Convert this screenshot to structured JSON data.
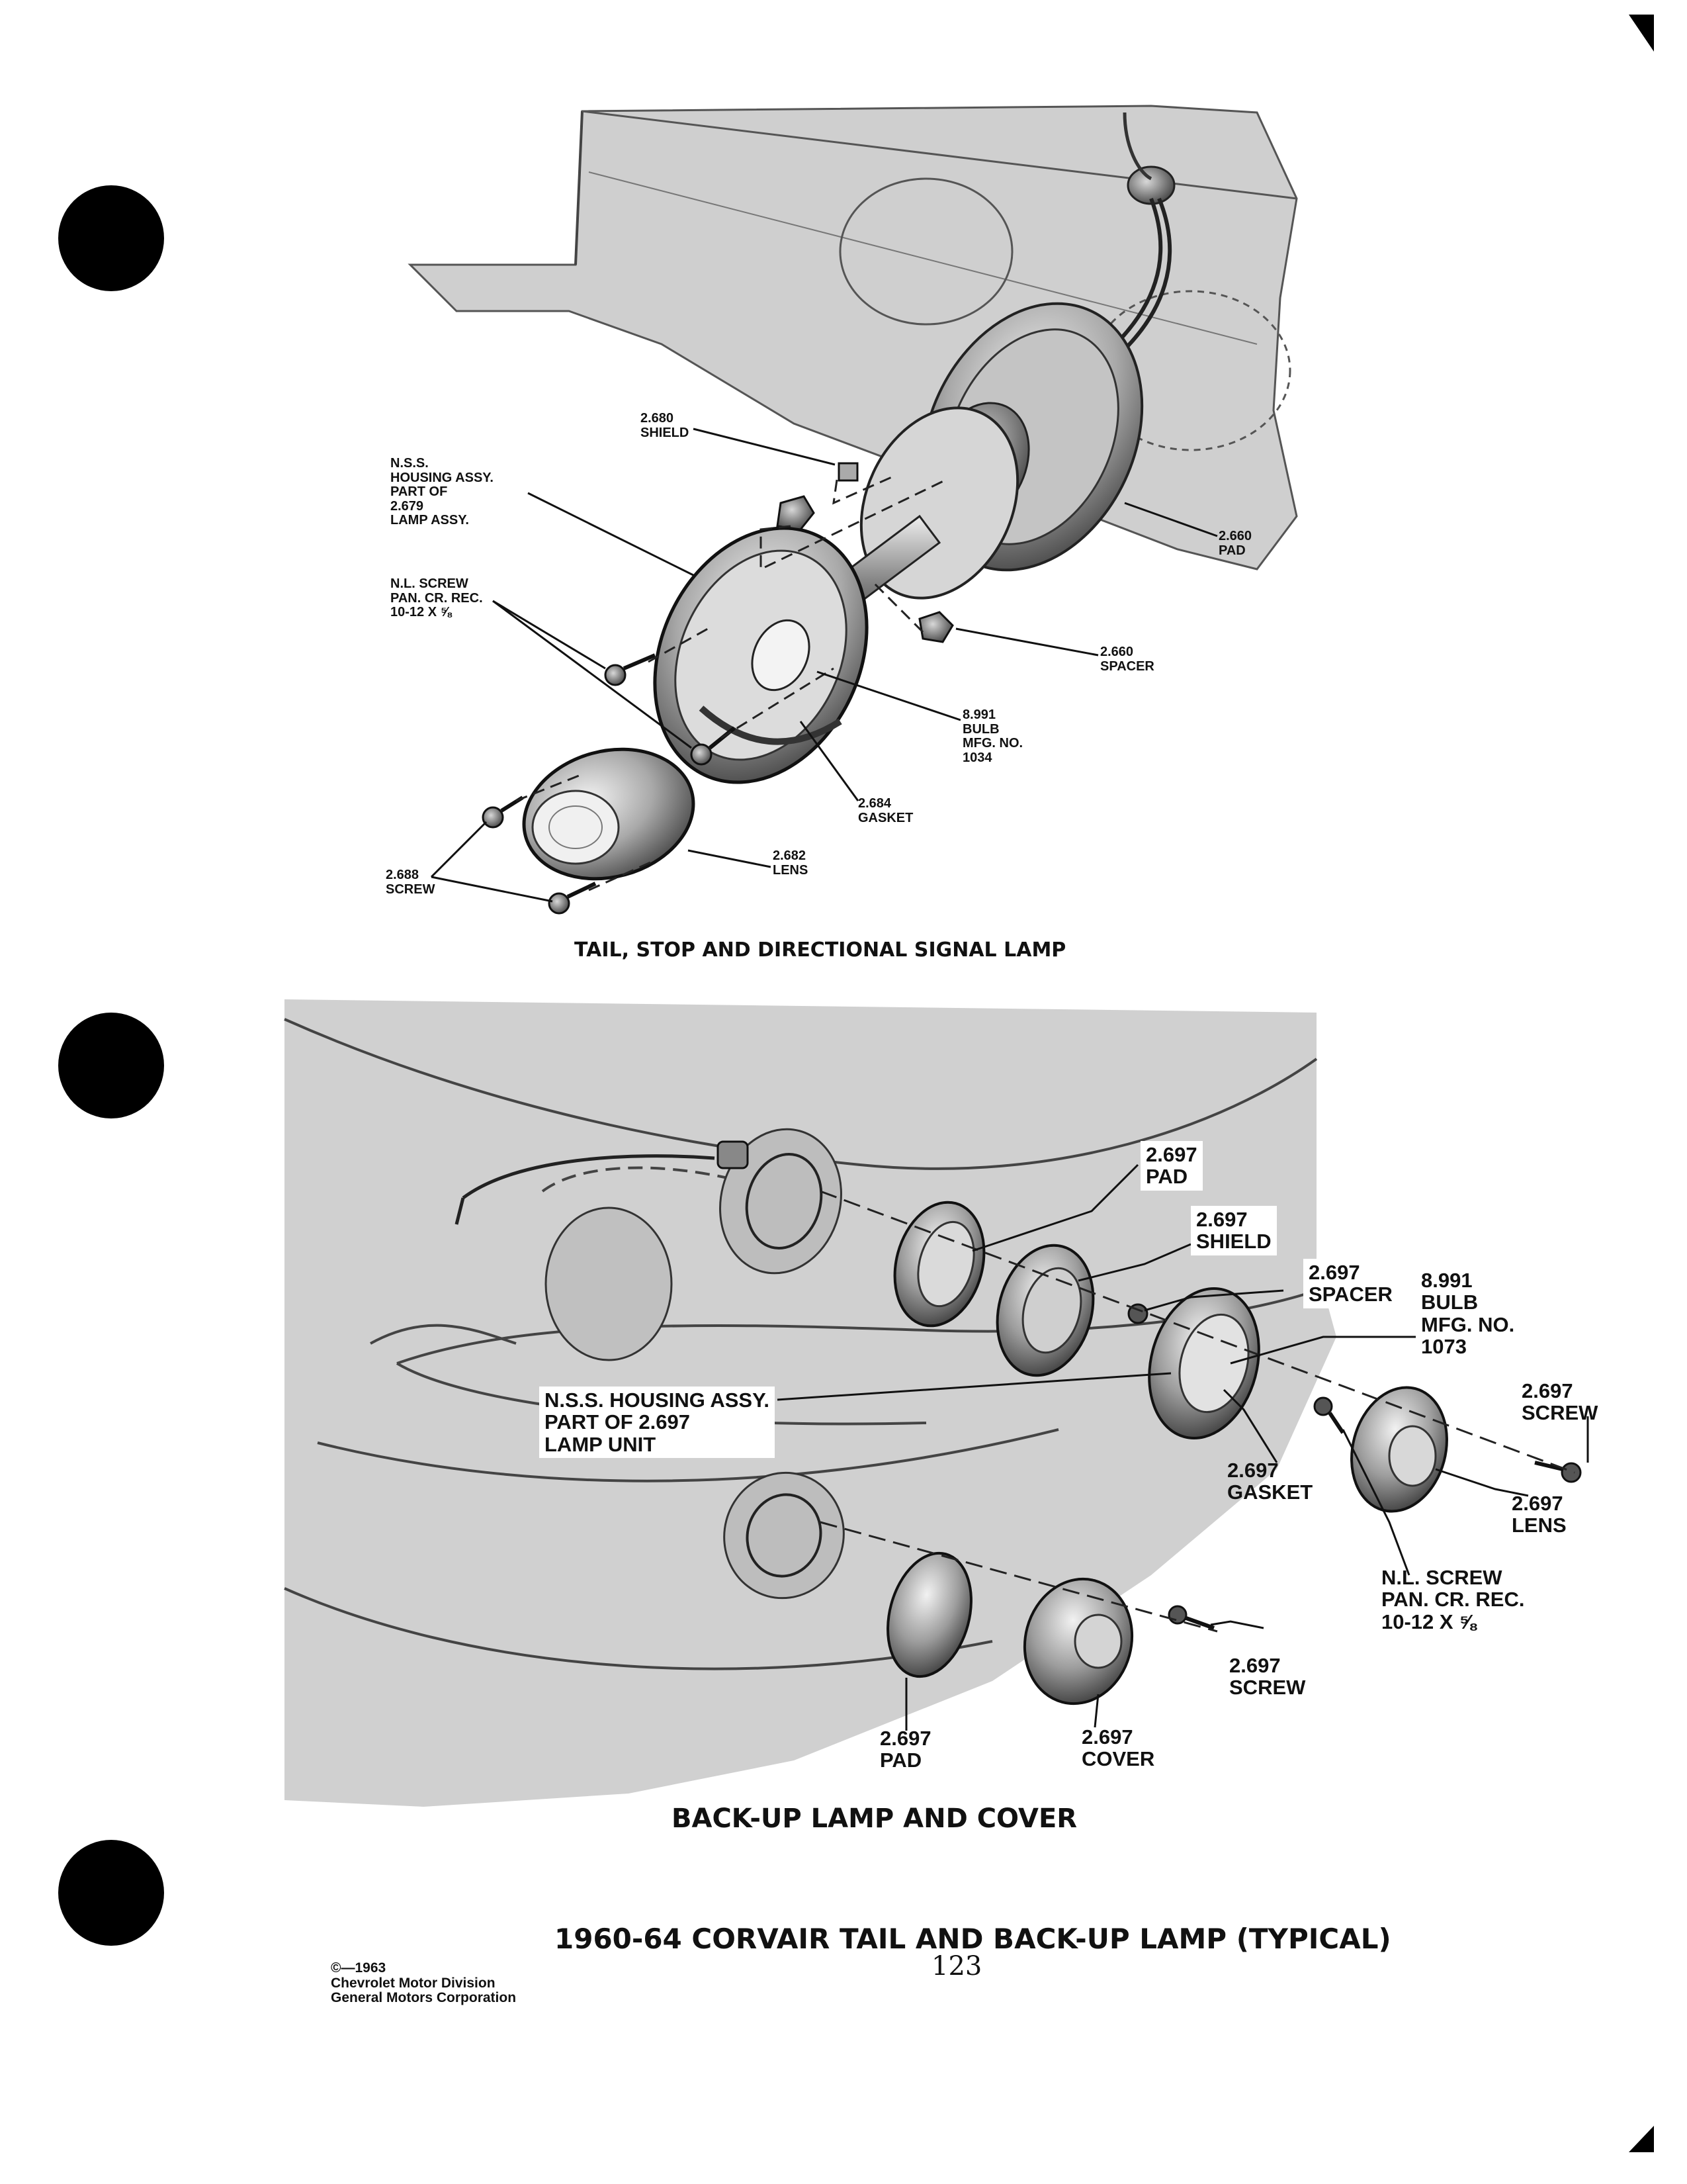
{
  "diagram_top": {
    "caption": "TAIL, STOP AND DIRECTIONAL SIGNAL LAMP",
    "labels": {
      "shield": "2.680\nSHIELD",
      "housing": "N.S.S.\nHOUSING ASSY.\nPART OF\n2.679\nLAMP ASSY.",
      "nl_screw": "N.L. SCREW\nPAN. CR. REC.\n10-12 x ⅝",
      "pad": "2.660\nPAD",
      "spacer": "2.660\nSPACER",
      "bulb": "8.991\nBULB\nMFG. NO.\n1034",
      "gasket": "2.684\nGASKET",
      "lens": "2.682\nLENS",
      "screw": "2.688\nSCREW"
    }
  },
  "diagram_bottom": {
    "caption": "BACK-UP LAMP AND COVER",
    "labels": {
      "pad_top": "2.697\nPAD",
      "shield": "2.697\nSHIELD",
      "spacer": "2.697\nSPACER",
      "bulb": "8.991\nBULB\nMFG. NO.\n1073",
      "screw_right": "2.697\nSCREW",
      "housing": "N.S.S. HOUSING ASSY.\nPART OF 2.697\nLAMP UNIT",
      "gasket": "2.697\nGASKET",
      "lens": "2.697\nLENS",
      "nl_screw": "N.L. SCREW\nPAN. CR. REC.\n10-12 x ⅝",
      "screw_bottom": "2.697\nSCREW",
      "pad_bottom": "2.697\nPAD",
      "cover": "2.697\nCOVER"
    }
  },
  "page_title": "1960-64 CORVAIR TAIL AND BACK-UP LAMP (TYPICAL)",
  "page_number": "123",
  "footer": "©—1963\nChevrolet Motor Division\nGeneral Motors Corporation"
}
